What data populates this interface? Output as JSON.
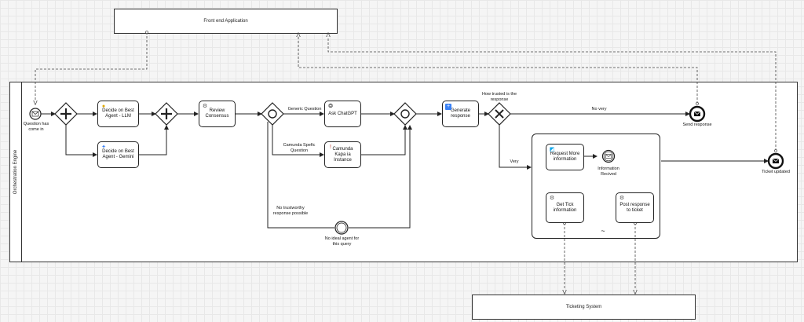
{
  "pools": {
    "frontend": "Front end Application",
    "ticketing": "Ticketing System"
  },
  "lane": {
    "label": "Orchestration Engine"
  },
  "events": {
    "start": "Question has come in",
    "information_recived": "Information Recived",
    "no_ideal_agent": "No ideal agent for this query",
    "send_response": "Send response",
    "ticket_updated": "Ticket updated"
  },
  "tasks": {
    "decide_llm": "Decide on Best Agent - LLM",
    "decide_gemini": "Decide on Best Agent - Gemini",
    "review_consensus": "Review Consensus",
    "ask_chatgpt": "Ask ChatGPT",
    "camunda_kapa": "Camunda Kapa ia Instance",
    "generate_response": "Generate response",
    "request_more_info": "Request More information",
    "get_tick_info": "Get Tick information",
    "post_response": "Post response to ticket"
  },
  "flow_labels": {
    "generic_question": "Generic Question",
    "camunda_specific": "Camunda Spefic Question",
    "no_trustworthy": "No trustworthy response possible",
    "how_trusted": "How trusted is the response",
    "no_very": "No very",
    "very": "Very"
  },
  "subprocess_marker": "~"
}
